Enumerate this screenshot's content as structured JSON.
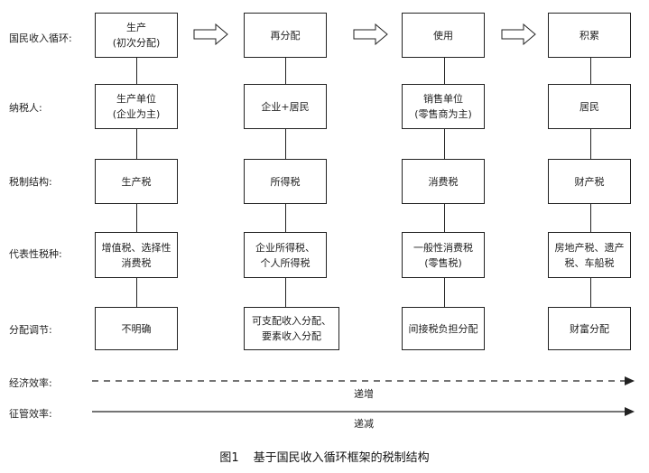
{
  "row_labels": {
    "cycle": "国民收入循环:",
    "taxpayer": "纳税人:",
    "structure": "税制结构:",
    "taxes": "代表性税种:",
    "distribution": "分配调节:",
    "econ_eff": "经济效率:",
    "admin_eff": "征管效率:"
  },
  "columns": [
    {
      "cycle": [
        "生产",
        "(初次分配)"
      ],
      "taxpayer": [
        "生产单位",
        "(企业为主)"
      ],
      "structure": [
        "生产税"
      ],
      "taxes": [
        "增值税、选择性",
        "消费税"
      ],
      "distribution": [
        "不明确"
      ]
    },
    {
      "cycle": [
        "再分配"
      ],
      "taxpayer": [
        "企业+居民"
      ],
      "structure": [
        "所得税"
      ],
      "taxes": [
        "企业所得税、",
        "个人所得税"
      ],
      "distribution": [
        "可支配收入分配、",
        "要素收入分配"
      ]
    },
    {
      "cycle": [
        "使用"
      ],
      "taxpayer": [
        "销售单位",
        "(零售商为主)"
      ],
      "structure": [
        "消费税"
      ],
      "taxes": [
        "一般性消费税",
        "(零售税)"
      ],
      "distribution": [
        "间接税负担分配"
      ]
    },
    {
      "cycle": [
        "积累"
      ],
      "taxpayer": [
        "居民"
      ],
      "structure": [
        "财产税"
      ],
      "taxes": [
        "房地产税、遗产",
        "税、车船税"
      ],
      "distribution": [
        "财富分配"
      ]
    }
  ],
  "econ_eff_trend": "递增",
  "admin_eff_trend": "递减",
  "caption": {
    "number": "图1",
    "title": "基于国民收入循环框架的税制结构"
  }
}
